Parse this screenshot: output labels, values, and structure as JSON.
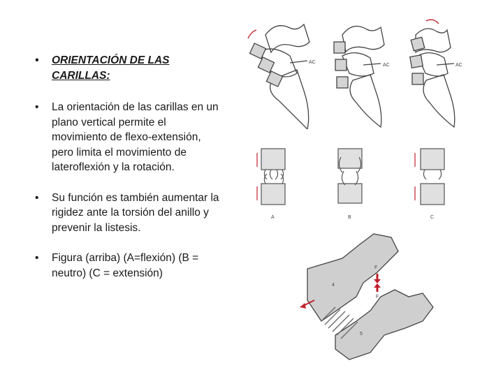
{
  "slide": {
    "bullets": [
      "ORIENTACIÓN DE LAS CARILLAS:",
      "La orientación de las carillas en un plano vertical permite el movimiento de flexo-extensión, pero limita el movimiento de lateroflexión y la rotación.",
      "Su función es también aumentar la rigidez ante la torsión del anillo y prevenir la listesis.",
      "Figura (arriba) (A=flexión) (B = neutro) (C = extensión)"
    ]
  },
  "figures": {
    "top_labels": [
      "AC",
      "AC",
      "AC"
    ],
    "middle_labels": [
      "A",
      "B",
      "C"
    ],
    "bottom_labels": {
      "vertebra_top": "4",
      "vertebra_bottom": "5",
      "facet_top": "F",
      "facet_bottom": "F"
    }
  },
  "colors": {
    "text": "#1a1a1a",
    "bone_fill": "#cfcfcf",
    "line": "#444444",
    "arrow": "#c0202a"
  }
}
